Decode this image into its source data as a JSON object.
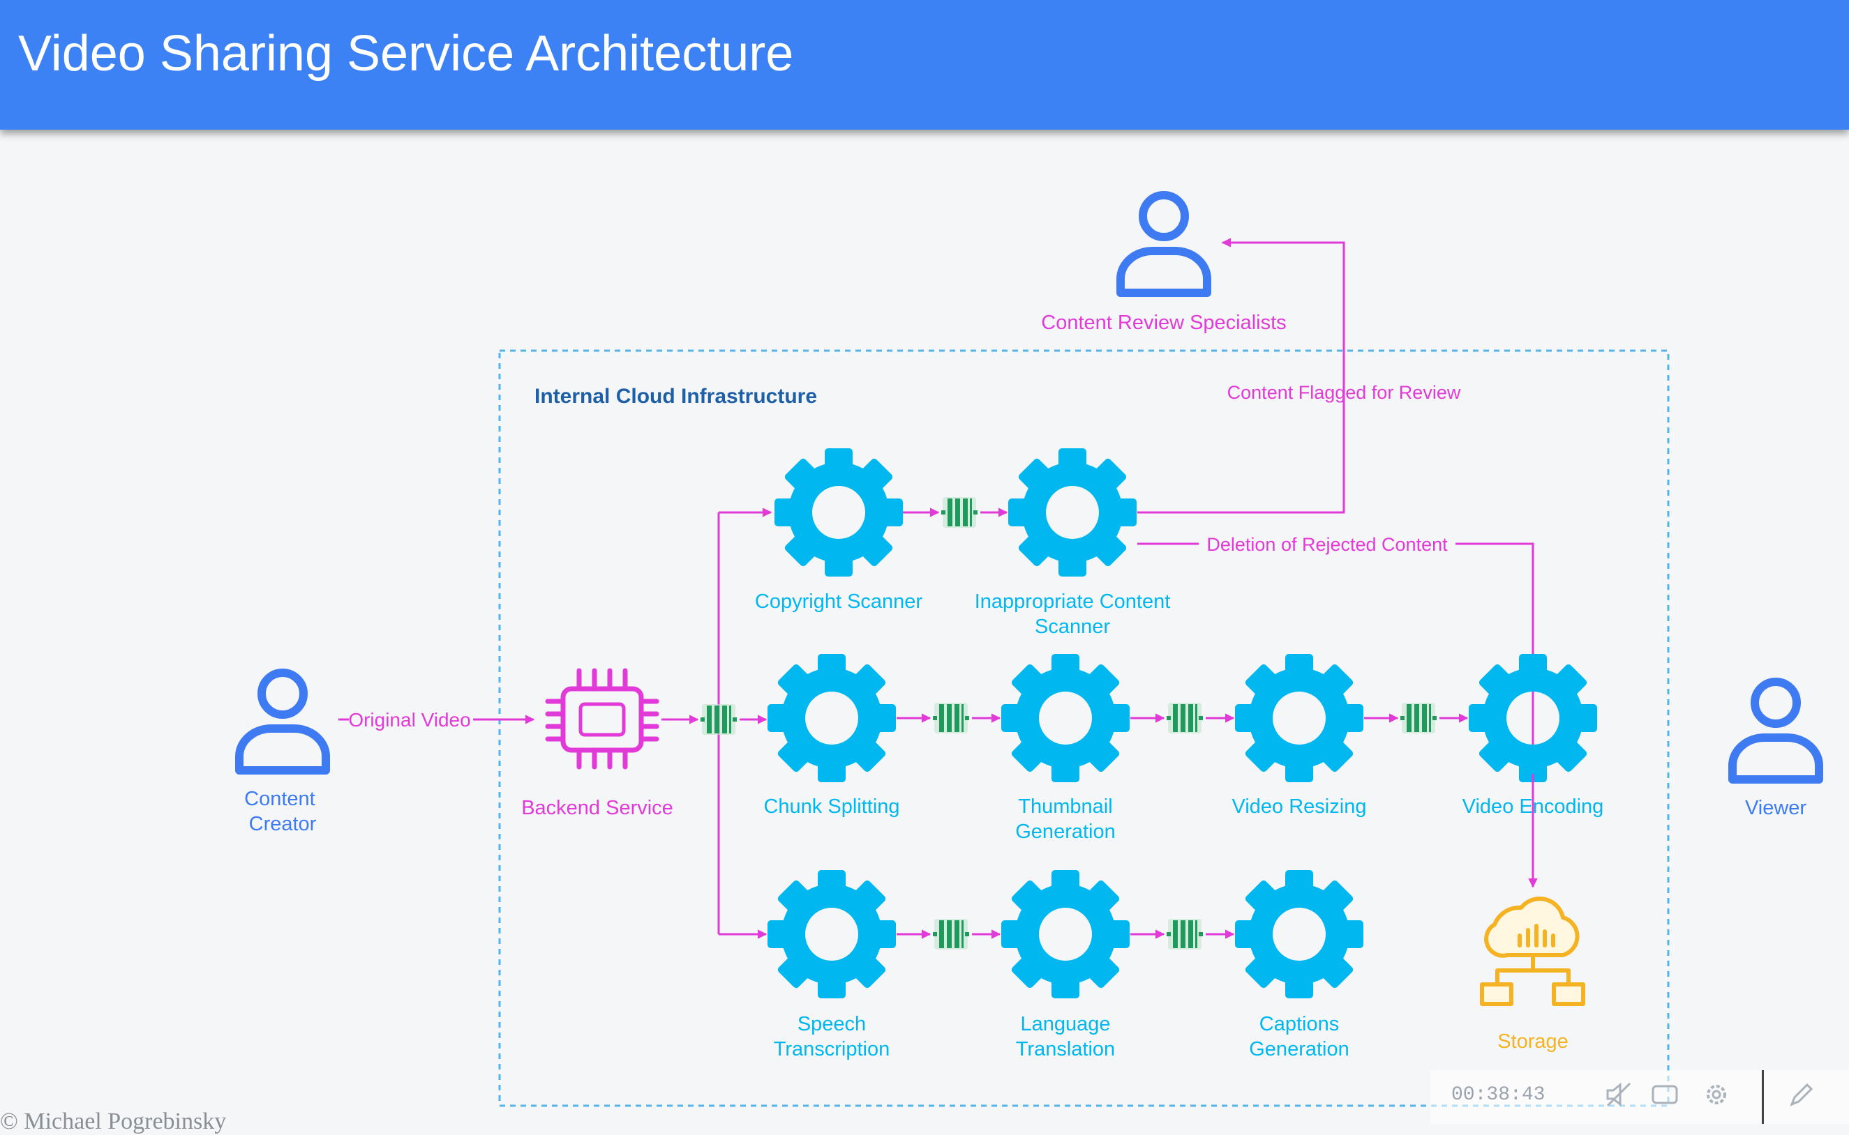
{
  "header": {
    "title": "Video Sharing Service Architecture"
  },
  "boundary": {
    "label": "Internal Cloud Infrastructure"
  },
  "nodes": {
    "content_creator": "Content\nCreator",
    "content_review_specialists": "Content Review Specialists",
    "backend_service": "Backend Service",
    "copyright_scanner": "Copyright Scanner",
    "inappropriate_content_scanner": "Inappropriate Content\nScanner",
    "chunk_splitting": "Chunk Splitting",
    "thumbnail_generation": "Thumbnail\nGeneration",
    "video_resizing": "Video Resizing",
    "video_encoding": "Video Encoding",
    "speech_transcription": "Speech\nTranscription",
    "language_translation": "Language\nTranslation",
    "captions_generation": "Captions\nGeneration",
    "storage": "Storage",
    "viewer": "Viewer"
  },
  "edges": {
    "original_video": "Original Video",
    "content_flagged": "Content Flagged for Review",
    "deletion": "Deletion of Rejected Content"
  },
  "player": {
    "time": "00:38:43"
  },
  "footer": {
    "copyright": "© Michael Pogrebinsky"
  },
  "colors": {
    "header": "#3d82f5",
    "gear": "#00b7ef",
    "person": "#3e7bf2",
    "magenta": "#e23ad8",
    "queue": "#1f9a5c",
    "storage": "#f5b324",
    "boundary": "#54b4ea"
  }
}
